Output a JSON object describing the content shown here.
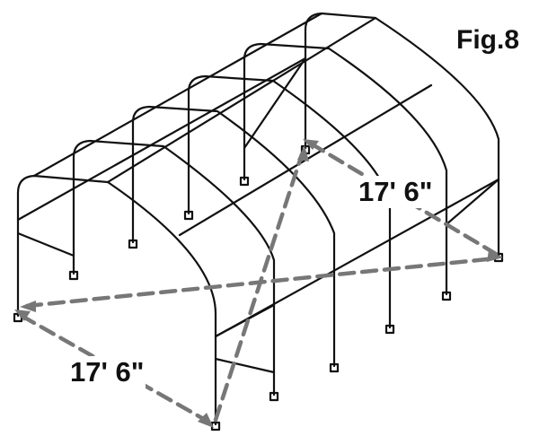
{
  "figure": {
    "label": "Fig.8",
    "dimension_labels": [
      "17' 6\"",
      "17' 6\""
    ]
  },
  "colors": {
    "frame_stroke": "#111111",
    "dimension_arrow": "#777777",
    "background": "#ffffff"
  }
}
